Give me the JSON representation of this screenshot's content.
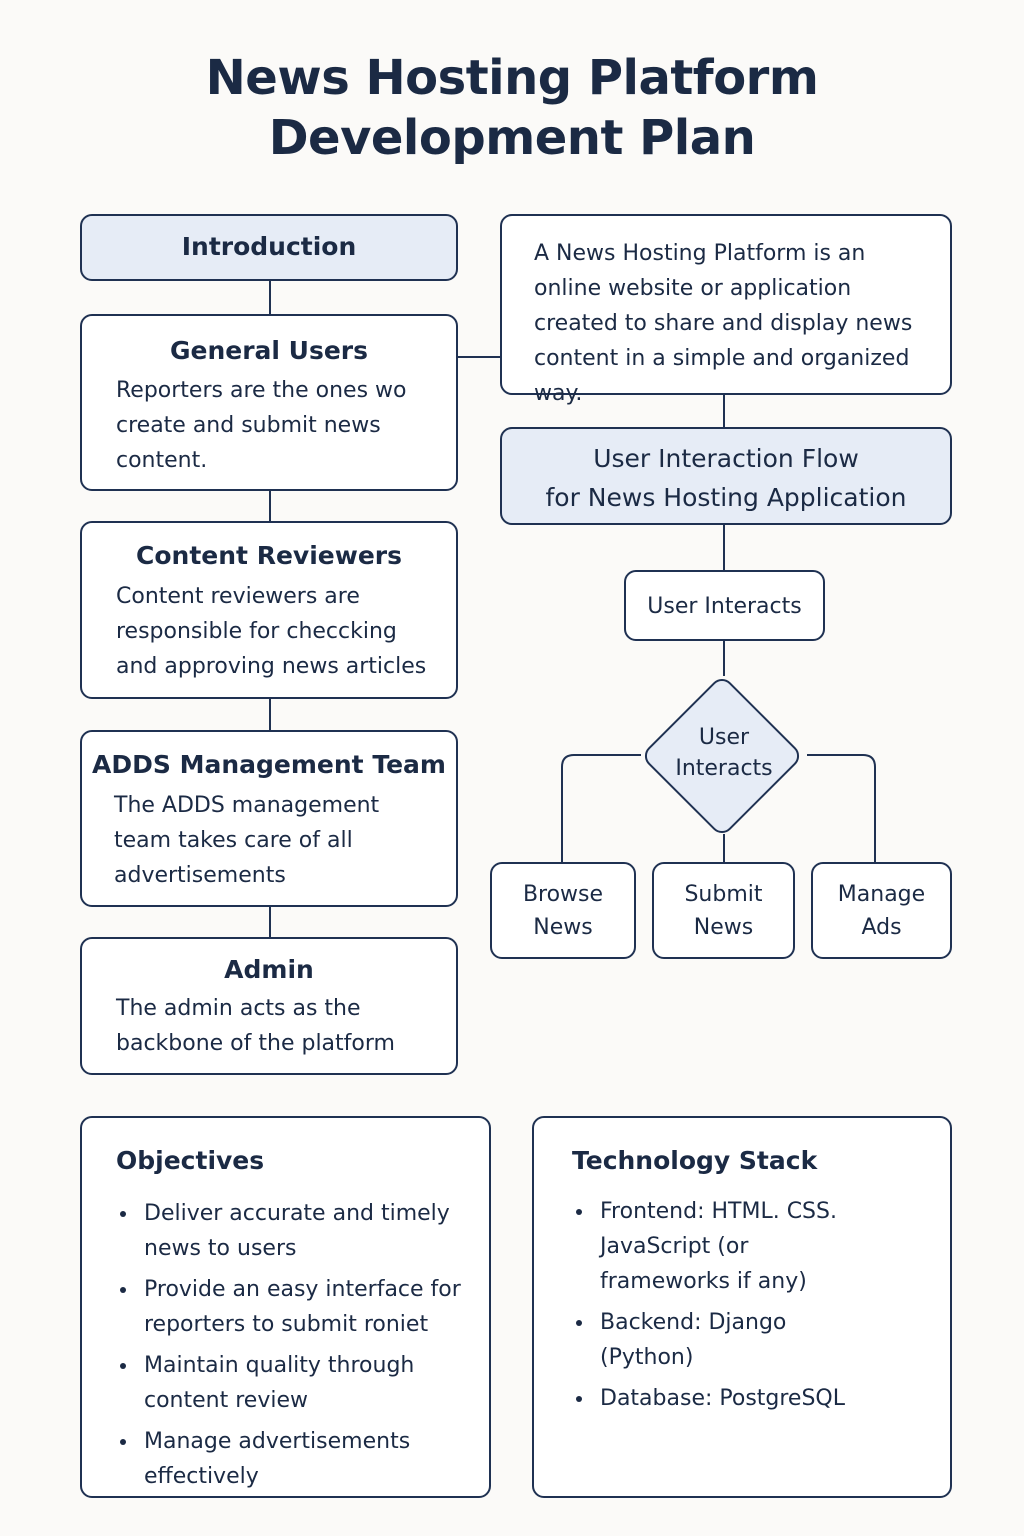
{
  "title": {
    "line1": "News Hosting Platform",
    "line2": "Development Plan"
  },
  "introduction": {
    "label": "Introduction",
    "description": "A News Hosting Platform is an online website or application created to share and display news content in a simple and organized way."
  },
  "roles": [
    {
      "title": "General Users",
      "description": "Reporters are the ones wo create and submit news content."
    },
    {
      "title": "Content Reviewers",
      "description": "Content reviewers are responsible for checcking and approving news articles"
    },
    {
      "title": "ADDS Management Team",
      "description": "The ADDS management team takes care of all advertisements"
    },
    {
      "title": "Admin",
      "description": "The admin acts as the backbone of the platform"
    }
  ],
  "flow": {
    "title_line1": "User Interaction Flow",
    "title_line2": "for News Hosting Application",
    "start_node": "User Interacts",
    "decision_line1": "User",
    "decision_line2": "Interacts",
    "outcomes": [
      {
        "line1": "Browse",
        "line2": "News"
      },
      {
        "line1": "Submit",
        "line2": "News"
      },
      {
        "line1": "Manage",
        "line2": "Ads"
      }
    ]
  },
  "objectives": {
    "title": "Objectives",
    "items": [
      "Deliver accurate and timely news to users",
      "Provide an easy interface for reporters to submit roniet",
      "Maintain quality through content review",
      "Manage advertisements effectively"
    ]
  },
  "technology": {
    "title": "Technology Stack",
    "items": [
      "Frontend: HTML. CSS. JavaScript (or frameworks if any)",
      "Backend: Django (Python)",
      "Database: PostgreSQL"
    ]
  }
}
